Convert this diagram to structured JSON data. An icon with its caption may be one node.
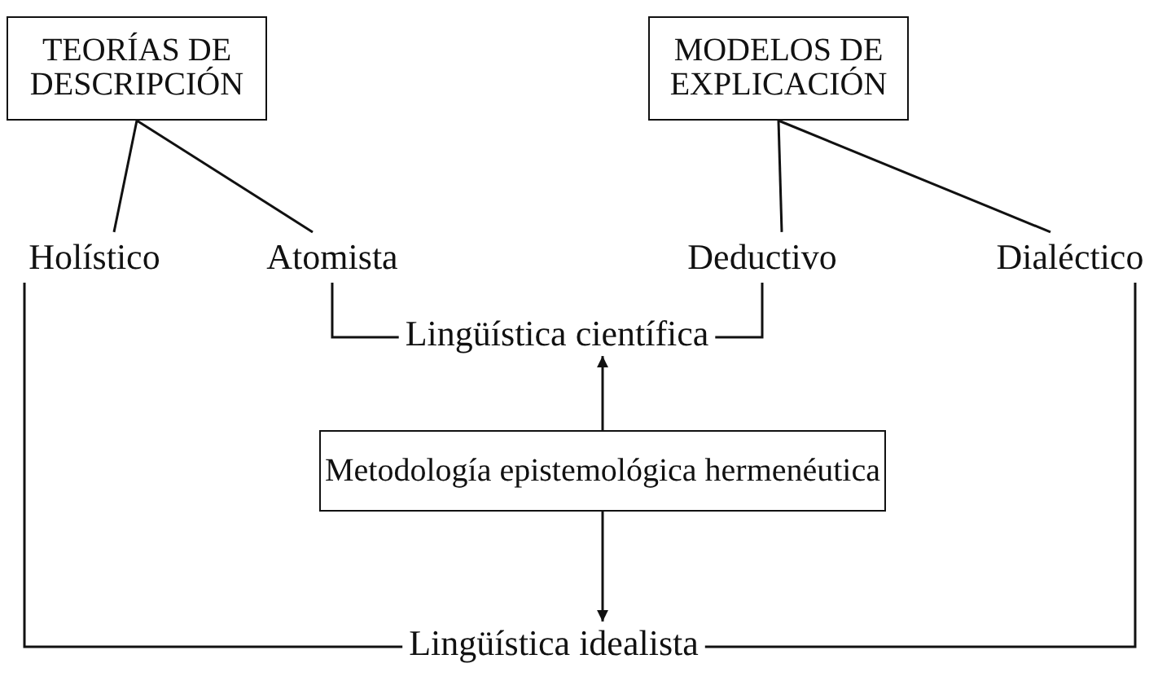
{
  "diagram": {
    "nodes": [
      {
        "text": [
          "TEORÍAS DE DESCRIPCIÓN"
        ]
      },
      {
        "text": [
          "MODELOS DE EXPLICACIÓN"
        ]
      },
      {
        "text": [
          "Holístico"
        ]
      },
      {
        "text": [
          "Atomista"
        ]
      },
      {
        "text": [
          "Deductivo"
        ]
      },
      {
        "text": [
          "Dialéctico"
        ]
      },
      {
        "text": [
          "Lingüística científica"
        ]
      },
      {
        "text": [
          "Metodología epistemológica hermenéutica"
        ]
      },
      {
        "text": [
          "Lingüística idealista"
        ]
      }
    ],
    "edges": [
      {
        "from": 0,
        "to": 2,
        "arrow": "none"
      },
      {
        "from": 0,
        "to": 3,
        "arrow": "none"
      },
      {
        "from": 1,
        "to": 4,
        "arrow": "none"
      },
      {
        "from": 1,
        "to": 5,
        "arrow": "none"
      },
      {
        "from": 3,
        "to": 6,
        "arrow": "none"
      },
      {
        "from": 4,
        "to": 6,
        "arrow": "none"
      },
      {
        "from": 7,
        "to": 6,
        "arrow": "to"
      },
      {
        "from": 7,
        "to": 8,
        "arrow": "to"
      },
      {
        "from": 2,
        "to": 8,
        "arrow": "none"
      },
      {
        "from": 5,
        "to": 8,
        "arrow": "none"
      }
    ]
  }
}
